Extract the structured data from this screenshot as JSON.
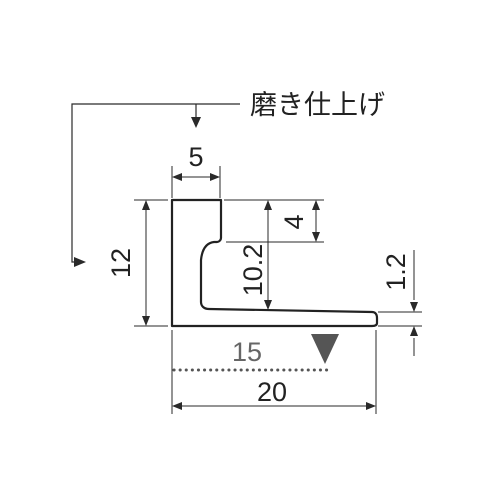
{
  "callout": {
    "label": "磨き仕上げ"
  },
  "dimensions": {
    "top_width": "5",
    "total_height": "12",
    "inner_height": "10.2",
    "top_depth": "4",
    "base_thickness": "1.2",
    "inner_span": "15",
    "total_width": "20"
  },
  "colors": {
    "line": "#222222",
    "marker": "#555555",
    "secondary_text": "#666666"
  },
  "icons": [
    "down-arrow-icon",
    "triangle-marker-icon"
  ]
}
